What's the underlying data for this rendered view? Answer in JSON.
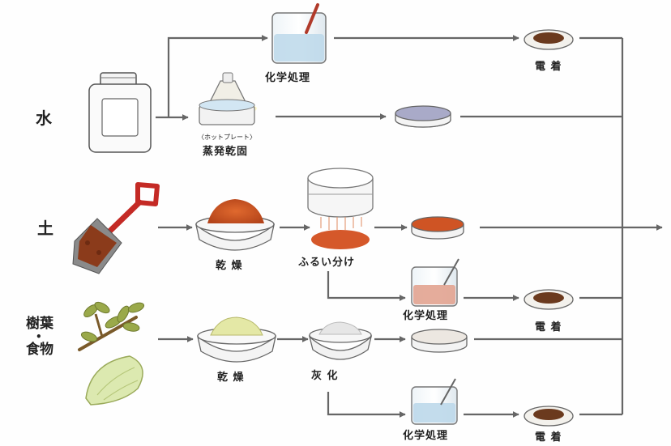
{
  "categories": {
    "water": "水",
    "soil": "土",
    "plants": [
      "樹葉",
      "•",
      "食物"
    ]
  },
  "steps": {
    "chem1": "化学処理",
    "hotplate": "〈ホットプレート〉",
    "evap": "蒸発乾固",
    "dry1": "乾 燥",
    "sieve": "ふるい分け",
    "chem2": "化学処理",
    "dep1": "電 着",
    "dep2": "電 着",
    "dry2": "乾 燥",
    "ash": "灰 化",
    "chem3": "化学処理",
    "dep3": "電 着"
  },
  "colors": {
    "arrow": "#666666",
    "soil": "#c9521f",
    "water": "#bcd8ea",
    "deposit": "#6b3a1e",
    "leaf": "#9aa94a",
    "spade": "#c42a25"
  }
}
